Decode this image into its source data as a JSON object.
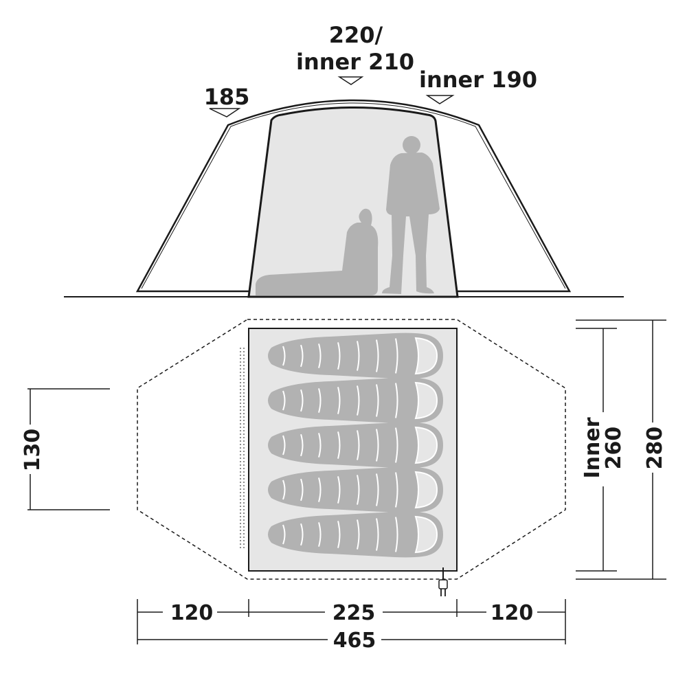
{
  "side_view": {
    "heights": {
      "center": "220/",
      "center_inner": "inner 210",
      "right": "inner 190",
      "left": "185"
    }
  },
  "floor_plan": {
    "sleeping_bags": 5,
    "widths": {
      "left_vestibule": "120",
      "inner": "225",
      "right_vestibule": "120",
      "total": "465"
    },
    "depths": {
      "vestibule_side": "130",
      "inner_label": "Inner",
      "inner": "260",
      "total": "280"
    }
  },
  "colors": {
    "line": "#1a1a1a",
    "inner_fill": "#e6e6e6",
    "figure_fill": "#b2b2b2"
  }
}
